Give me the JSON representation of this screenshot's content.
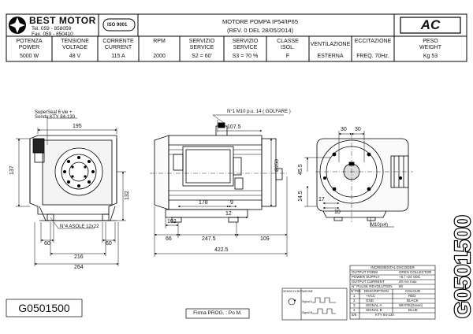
{
  "brand": {
    "name": "BEST MOTOR",
    "tel": "Tel. 059 - 858059",
    "fax": "Fax. 059 - 850410",
    "iso": "ISO 9001",
    "ac": "AC"
  },
  "title": {
    "line1": "MOTORE POMPA IP54/IP65",
    "line2": "(REV. 0 DEL 28/05/2014)"
  },
  "specs": [
    {
      "label1": "POTENZA",
      "label2": "POWER",
      "value": "5000 W"
    },
    {
      "label1": "TENSIONE",
      "label2": "VOLTAGE",
      "value": "48 V"
    },
    {
      "label1": "CORRENTE",
      "label2": "CURRENT",
      "value": "115 A"
    },
    {
      "label1": "RPM",
      "label2": "",
      "value": "2000"
    },
    {
      "label1": "SERVIZIO",
      "label2": "SERVICE",
      "value": "S2 =  60'"
    },
    {
      "label1": "SERVIZIO",
      "label2": "SERVICE",
      "value": "S3 = 70 %"
    },
    {
      "label1": "CLASSE",
      "label2": "ISOL.",
      "value": "F"
    },
    {
      "label1": "VENTILAZIONE",
      "label2": "",
      "value": "ESTERNA"
    },
    {
      "label1": "ECCITAZIONE",
      "label2": "",
      "value": "FREQ. 70Hz."
    },
    {
      "label1": "PESO",
      "label2": "WEIGHT",
      "value": "Kg 53"
    }
  ],
  "annotations": {
    "superseal1": "SuperSeal 6 vie +",
    "superseal2": "Sonda KTY 84-130",
    "m10_golfare": "N°1 M10 p.u. 14 ( GOLFARE )",
    "fori": "N°4 ASOLE 12x22",
    "m10x4": "M10(x4)",
    "diam250": "Ø250"
  },
  "dims": {
    "d195": "195",
    "d137": "137",
    "d132": "132",
    "d60a": "60",
    "d60b": "60",
    "d216": "216",
    "d264": "264",
    "d1075": "107.5",
    "d178": "178",
    "d102": "102",
    "d9": "9",
    "d12": "12",
    "d66": "66",
    "d2475": "247.5",
    "d109": "109",
    "d4225": "422.5",
    "d30a": "30",
    "d30b": "30",
    "d455": "45.5",
    "d145": "14.5",
    "d17": "17",
    "d10": "10"
  },
  "encoder": {
    "title": "INCREMENTAL ENCODER",
    "rows": [
      [
        "OUTPUT FORM",
        "",
        "OPEN COLLECTOR"
      ],
      [
        "POWER SUPPLY",
        "",
        "+5 / +24 VDC"
      ],
      [
        "OUTPUT CURRENT",
        "",
        "20 mA  max"
      ],
      [
        "N° PULSE REVOLUTION",
        "",
        "80"
      ]
    ],
    "pin_header": [
      "N°PIN",
      "DESCRIPTION",
      "COLOUR"
    ],
    "pins": [
      [
        "1",
        "+VCC",
        "RED"
      ],
      [
        "2",
        "GND",
        "BLACK"
      ],
      [
        "3",
        "SIGNAL A",
        "WHITE(Green)"
      ],
      [
        "4",
        "SIGNAL B",
        "BLUE"
      ],
      [
        "5/6",
        "KTY 84-130",
        ""
      ]
    ]
  },
  "signals": {
    "seq_label": "SENSO DI ROTAZIONE",
    "sig_a": "Signal A",
    "sig_b": "Signal B"
  },
  "footer": {
    "code": "G0501500",
    "firma": "Firma PROG. : Po M.",
    "vertical_code": "G0501500"
  }
}
